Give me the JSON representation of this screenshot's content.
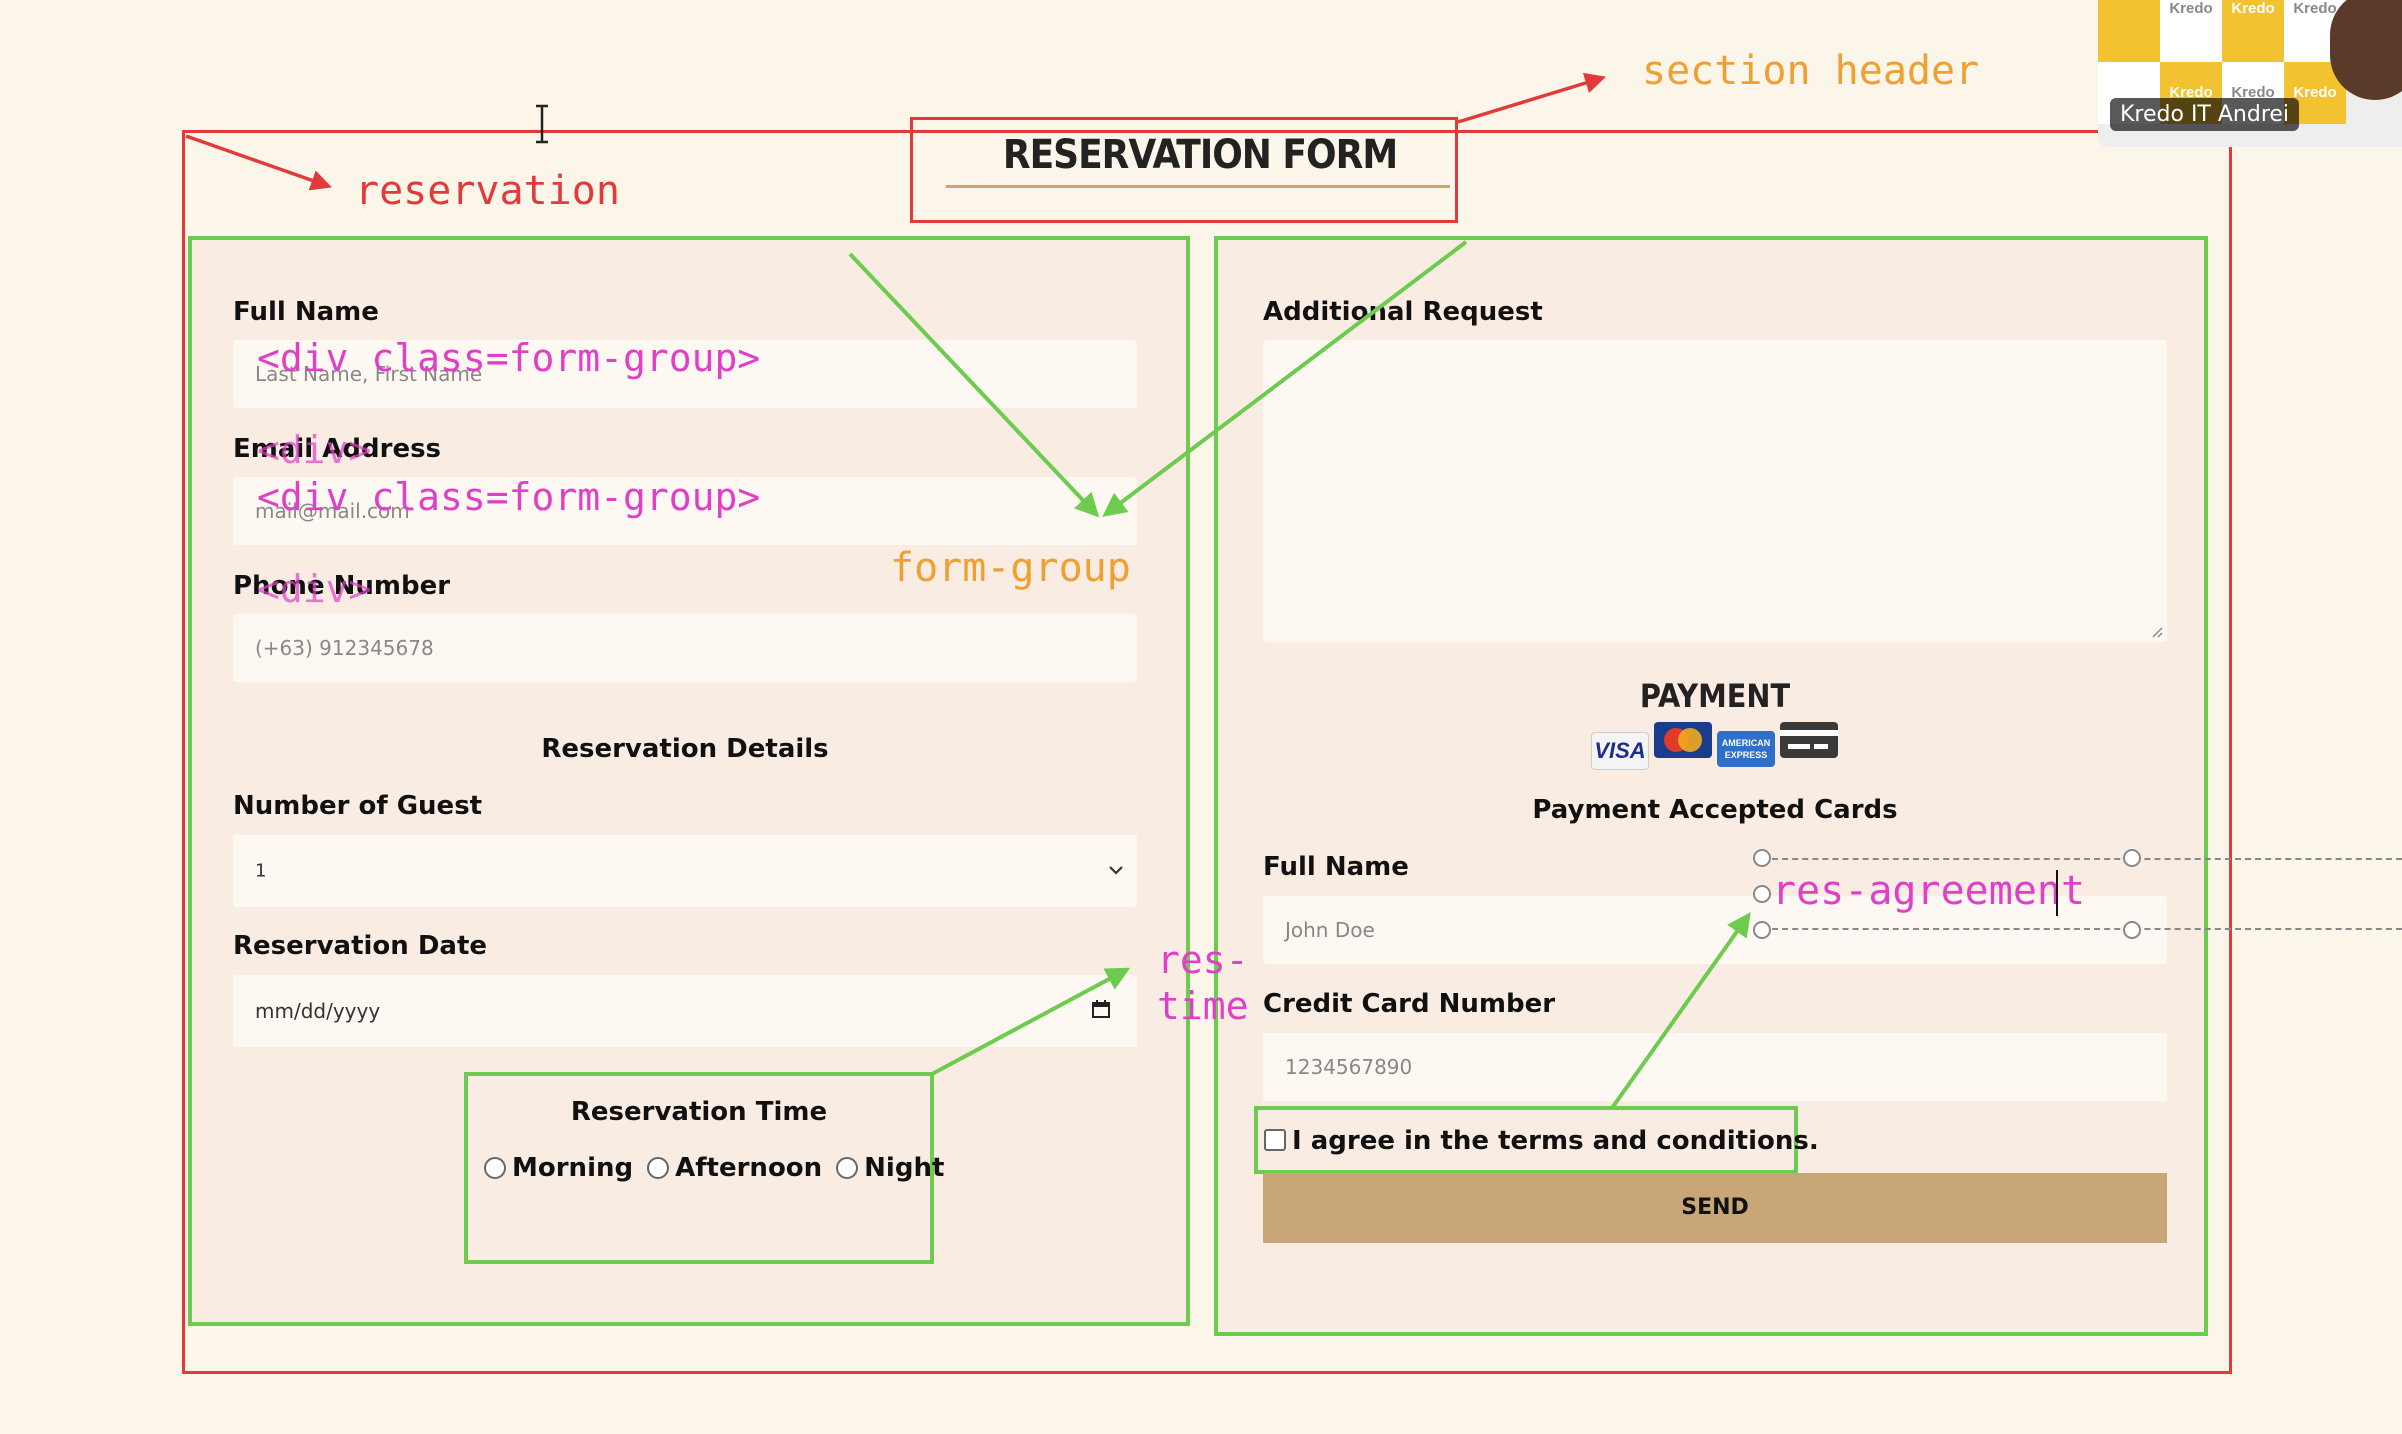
{
  "form": {
    "title": "RESERVATION FORM",
    "left": {
      "full_name": {
        "label": "Full Name",
        "placeholder": "Last Name, First Name"
      },
      "email": {
        "label": "Email Address",
        "placeholder": "mail@mail.com"
      },
      "phone": {
        "label": "Phone Number",
        "placeholder": "(+63) 912345678"
      },
      "details_heading": "Reservation Details",
      "guests": {
        "label": "Number of Guest",
        "value": "1"
      },
      "date": {
        "label": "Reservation Date",
        "placeholder": "mm/dd/yyyy"
      },
      "time": {
        "label": "Reservation Time",
        "options": [
          "Morning",
          "Afternoon",
          "Night"
        ]
      }
    },
    "right": {
      "additional": {
        "label": "Additional Request"
      },
      "payment_heading": "PAYMENT",
      "cards": [
        "VISA",
        "MasterCard",
        "AMERICAN EXPRESS",
        "card"
      ],
      "accepted_text": "Payment Accepted Cards",
      "pay_name": {
        "label": "Full Name",
        "placeholder": "John Doe"
      },
      "card_number": {
        "label": "Credit Card Number",
        "placeholder": "1234567890"
      },
      "agreement": "I agree in the terms and conditions.",
      "send": "SEND"
    }
  },
  "annotations": {
    "section_header": "section header",
    "reservation": "reservation",
    "form_group_div": "<div class=form-group>",
    "div_close": "<div>",
    "form_group": "form-group",
    "res_time_1": "res-",
    "res_time_2": "time",
    "res_agreement": "res-agreement"
  },
  "video": {
    "name": "Kredo IT Andrei",
    "tile_text": "Kredo"
  },
  "colors": {
    "red_outline": "#e23a3a",
    "green_outline": "#6dcc4f",
    "magenta_annotation": "#e040c8",
    "orange_annotation": "#f0a032",
    "send_button": "#c9a677"
  }
}
